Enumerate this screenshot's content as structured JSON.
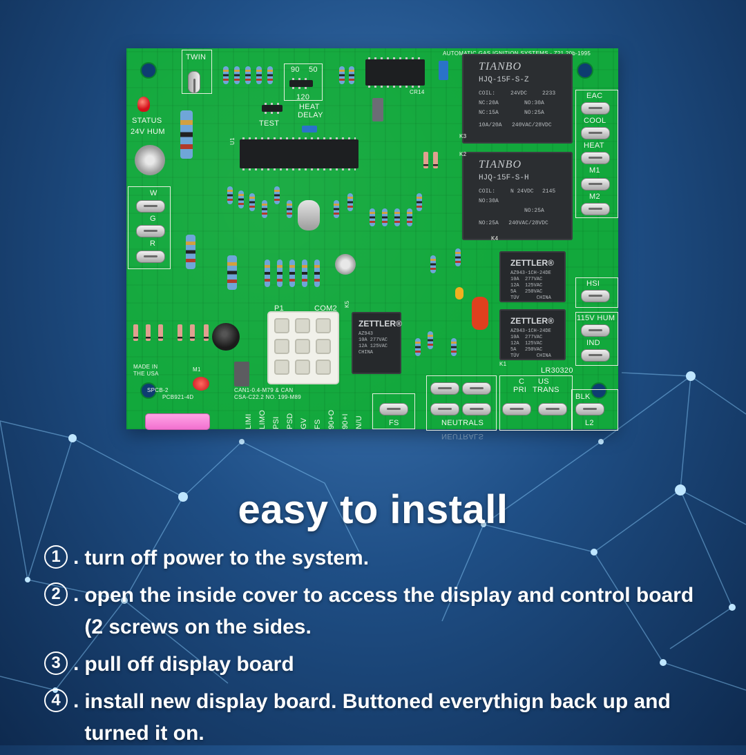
{
  "board": {
    "header_text": "AUTOMATIC GAS IGNITION SYSTEMS - Z21.20b-1995",
    "labels": {
      "twin": "TWIN",
      "status": "STATUS",
      "hum24": "24V HUM",
      "w": "W",
      "g": "G",
      "r": "R",
      "jumper_90": "90",
      "jumper_50": "50",
      "jumper_120": "120",
      "heat_delay_1": "HEAT",
      "heat_delay_2": "DELAY",
      "test": "TEST",
      "cr14": "CR14",
      "u1": "U1",
      "eac": "EAC",
      "cool": "COOL",
      "heat": "HEAT",
      "m1": "M1",
      "m2": "M2",
      "hsi": "HSI",
      "hum115": "115V HUM",
      "ind": "IND",
      "k1": "K1",
      "k2": "K2",
      "k3": "K3",
      "k4": "K4",
      "k5": "K5",
      "lr": "LR30320",
      "made_in_1": "MADE IN",
      "made_in_2": "THE USA",
      "p1": "P1",
      "com2": "COM2",
      "m1_small": "M1",
      "cert_1": "SPCB-2",
      "cert_2": "CAN1-0.4-M79 & CAN",
      "cert_3": "PCB921-4D",
      "cert_4": "CSA-C22.2 NO. 199-M89",
      "fs": "FS",
      "neutrals": "NEUTRALS",
      "neutrals_mirror": "NEUTRALS",
      "c": "C",
      "us": "US",
      "pri": "PRI",
      "trans": "TRANS",
      "blk": "BLK",
      "l2": "L2",
      "pins": [
        "LIMI",
        "LIMO",
        "PSI",
        "PSD",
        "GV",
        "FS",
        "90+O",
        "90+I",
        "N/U"
      ]
    },
    "relay_top": {
      "brand": "TIANBO",
      "model": "HJQ-15F-S-Z",
      "coil": "COIL:",
      "voltage": "24VDC",
      "code": "2233",
      "nc": "NC:20A",
      "no": "NO:30A",
      "nc2": "NC:15A",
      "no2": "NO:25A",
      "rating": "10A/20A   240VAC/28VDC"
    },
    "relay_mid": {
      "brand": "TIANBO",
      "model": "HJQ-15F-S-H",
      "coil": "COIL:",
      "voltage": "N 24VDC",
      "code": "2145",
      "no": "NO:30A",
      "no2": "NO:25A",
      "rating": "NO:25A   240VAC/28VDC"
    },
    "relay_small_1": {
      "brand": "ZETTLER®",
      "specs": "AZ943-1CH-24DE\n10A  277VAC\n12A  125VAC\n5A   250VAC\nTÜV      CHINA"
    },
    "relay_small_2": {
      "brand": "ZETTLER®",
      "specs": "AZ943-1CH-24DE\n10A  277VAC\n12A  125VAC\n5A   250VAC\nTÜV      CHINA"
    },
    "relay_center": {
      "brand": "ZETTLER®",
      "specs": "AZ943\n10A 277VAC\n12A 125VAC\nCHINA"
    }
  },
  "content": {
    "headline": "easy to install",
    "steps": [
      {
        "number": "1",
        "text": "turn off power to the system."
      },
      {
        "number": "2",
        "text": "open the inside cover to access the display and control board (2 screws on the sides."
      },
      {
        "number": "3",
        "text": "pull off display board"
      },
      {
        "number": "4",
        "text": "install new display board. Buttoned everythign back up and turned it on."
      }
    ],
    "step_separator": "."
  },
  "colors": {
    "background": "#1f4f86",
    "board": "#12a83c",
    "text": "#ffffff",
    "relay": "#2b2e31"
  }
}
